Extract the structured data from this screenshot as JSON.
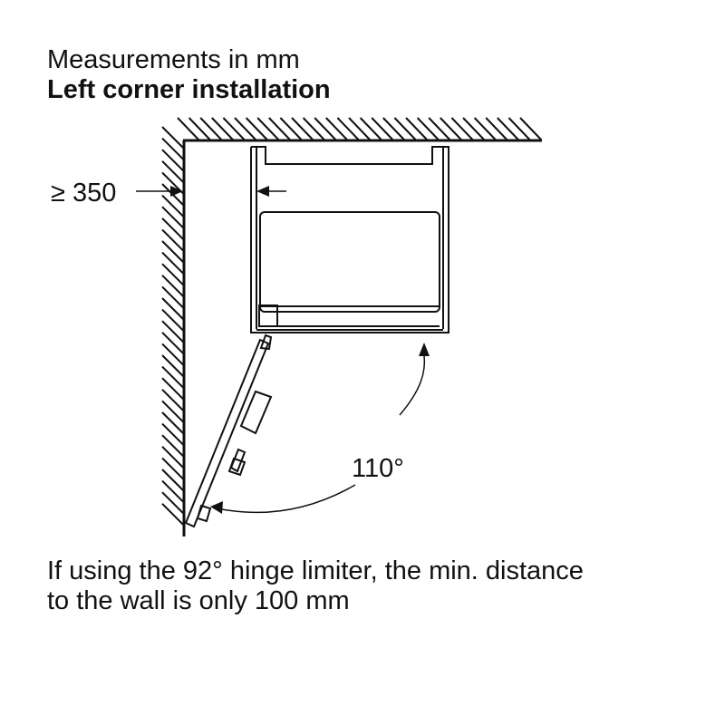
{
  "header": {
    "title": "Measurements in mm",
    "subtitle": "Left corner installation"
  },
  "diagram": {
    "wall_distance_label": "≥ 350",
    "door_angle_label": "110°"
  },
  "footer": {
    "line1": "If using the 92° hinge limiter, the min. distance",
    "line2": "to the wall is only 100 mm"
  }
}
